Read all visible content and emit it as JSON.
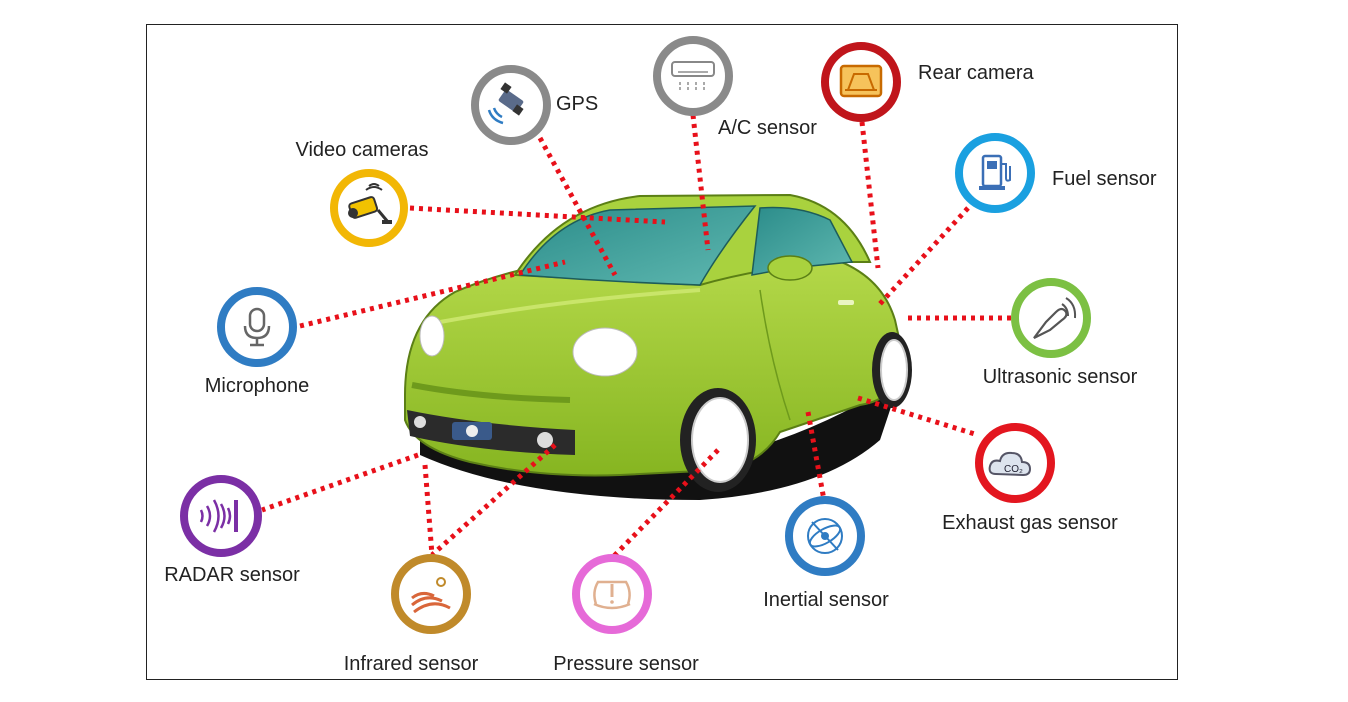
{
  "sensors": [
    {
      "key": "video",
      "label": "Video cameras",
      "color": "#f2b705",
      "icon": "security-camera-icon"
    },
    {
      "key": "gps",
      "label": "GPS",
      "color": "#8a8a8a",
      "icon": "satellite-icon"
    },
    {
      "key": "ac",
      "label": "A/C sensor",
      "color": "#8a8a8a",
      "icon": "air-conditioner-icon"
    },
    {
      "key": "rear",
      "label": "Rear camera",
      "color": "#c0151b",
      "icon": "rear-camera-icon"
    },
    {
      "key": "fuel",
      "label": "Fuel sensor",
      "color": "#1aa0e0",
      "icon": "fuel-pump-icon"
    },
    {
      "key": "ultra",
      "label": "Ultrasonic  sensor",
      "color": "#7cc043",
      "icon": "ultrasonic-probe-icon"
    },
    {
      "key": "exhaust",
      "label": "Exhaust gas sensor",
      "color": "#e3161f",
      "icon": "co2-cloud-icon"
    },
    {
      "key": "inertial",
      "label": "Inertial sensor",
      "color": "#2f7cc3",
      "icon": "gyroscope-icon"
    },
    {
      "key": "pressure",
      "label": "Pressure sensor",
      "color": "#e66ad8",
      "icon": "tire-pressure-icon"
    },
    {
      "key": "infrared",
      "label": "Infrared sensor",
      "color": "#c08a2a",
      "icon": "infrared-waves-icon"
    },
    {
      "key": "radar",
      "label": "RADAR sensor",
      "color": "#7b2fa5",
      "icon": "radar-waves-icon"
    },
    {
      "key": "mic",
      "label": "Microphone",
      "color": "#2f7cc3",
      "icon": "microphone-icon"
    }
  ],
  "colors": {
    "car_body": "#97c329",
    "car_shade": "#6e9a1c",
    "link_dots": "#e8101a"
  }
}
